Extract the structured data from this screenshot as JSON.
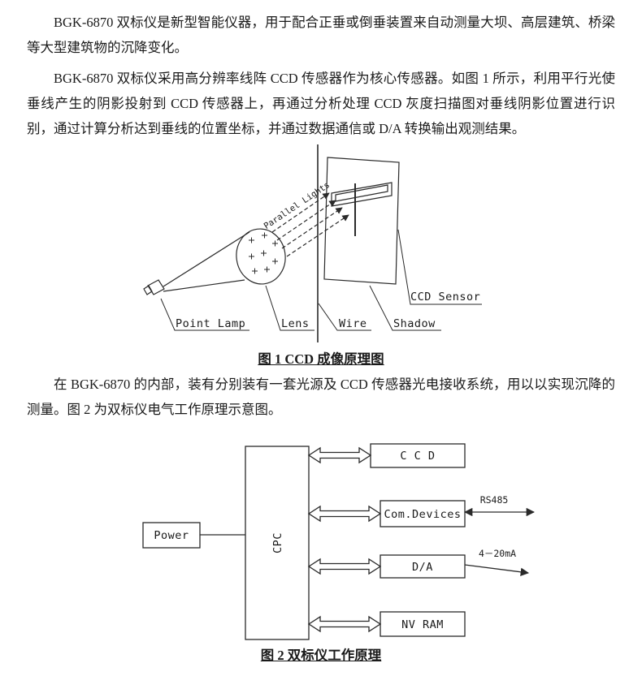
{
  "document": {
    "background": "#ffffff",
    "text_color": "#1a1a1a",
    "line_color": "#2a2a2a"
  },
  "paragraphs": {
    "p1": "BGK-6870 双标仪是新型智能仪器，用于配合正垂或倒垂装置来自动测量大坝、高层建筑、桥梁等大型建筑物的沉降变化。",
    "p2": "BGK-6870 双标仪采用高分辨率线阵 CCD 传感器作为核心传感器。如图 1 所示，利用平行光使垂线产生的阴影投射到 CCD 传感器上，再通过分析处理 CCD 灰度扫描图对垂线阴影位置进行识别，通过计算分析达到垂线的位置坐标，并通过数据通信或 D/A 转换输出观测结果。",
    "p3": "在 BGK-6870 的内部，装有分别装有一套光源及 CCD 传感器光电接收系统，用以以实现沉降的测量。图 2 为双标仪电气工作原理示意图。"
  },
  "figure1": {
    "caption": "图 1  CCD 成像原理图",
    "labels": {
      "parallel_lights": "Parallel Lights",
      "ccd_sensor": "CCD Sensor",
      "point_lamp": "Point Lamp",
      "lens": "Lens",
      "wire": "Wire",
      "shadow": "Shadow"
    }
  },
  "figure2": {
    "caption": "图 2   双标仪工作原理",
    "blocks": {
      "power": "Power",
      "cpc": "CPC",
      "ccd": "C C D",
      "com_devices": "Com.Devices",
      "da": "D/A",
      "nvram": "NV RAM"
    },
    "annotations": {
      "rs485": "RS485",
      "current_loop": "4－20mA"
    }
  }
}
